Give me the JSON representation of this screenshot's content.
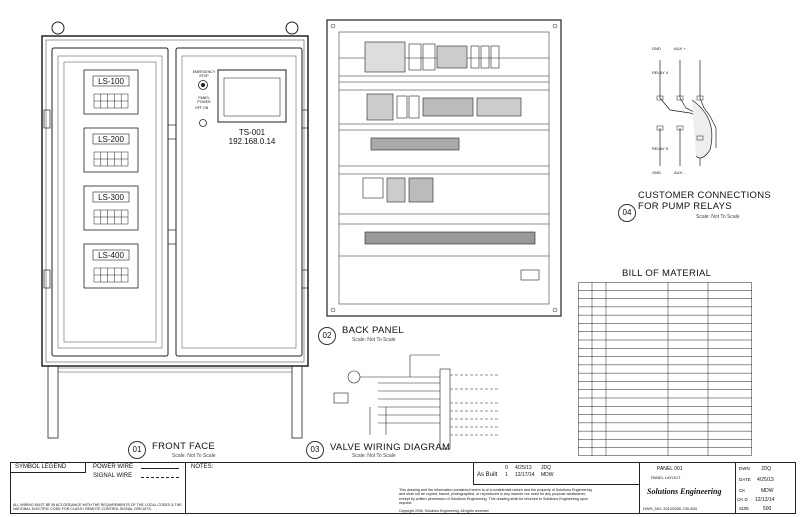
{
  "front_face": {
    "number": "01",
    "title": "FRONT FACE",
    "scale": "Scale: Not To Scale",
    "level_switches": [
      "LS-100",
      "LS-200",
      "LS-300",
      "LS-400"
    ],
    "touchscreen": {
      "tag": "TS-001",
      "ip": "192.168.0.14"
    },
    "emergency_label": "EMERGENCY STOP",
    "panel_power_label": "PANEL POWER",
    "off_on_label": "OFF ON"
  },
  "back_panel": {
    "number": "02",
    "title": "BACK PANEL",
    "scale": "Scale: Not To Scale"
  },
  "valve_wiring": {
    "number": "03",
    "title": "VALVE WIRING DIAGRAM",
    "scale": "Scale: Not To Scale"
  },
  "pump_relays": {
    "number": "04",
    "title_line1": "CUSTOMER CONNECTIONS",
    "title_line2": "FOR PUMP RELAYS",
    "scale": "Scale: Not To Scale",
    "labels": [
      "GND",
      "AUX +",
      "RELAY 4",
      "RELAY 5",
      "AUX -",
      "GND"
    ]
  },
  "bill_of_material": {
    "title": "BILL OF MATERIAL",
    "row_count": 20
  },
  "title_block": {
    "symbol_legend": "SYMBOL LEGEND",
    "power_wire": "POWER WIRE",
    "signal_wire": "SIGNAL WIRE",
    "notes": "NOTES:",
    "code_note": "ALL WIRING MUST BE IN ACCORDANCE WITH THE REQUIREMENTS OF THE LOCAL CODES & THE NATIONAL ELECTRIC CODE FOR CLASS I REMOTE CONTROL SIGNAL CIRCUITS.",
    "as_built": "As Built",
    "revisions": [
      {
        "rev": "0",
        "date": "4/25/13",
        "by": "JDQ"
      },
      {
        "rev": "1",
        "date": "12/17/14",
        "by": "MDW"
      }
    ],
    "confidentiality": "This drawing and the information contained herein is of a confidential nature and the property of Solutions Engineering and shall not be copied, traced, photographed, or reproduced in any manner nor used for any purpose whatsoever, except by written permission of Solutions Engineering. This drawing shall be returned to Solutions Engineering upon request.",
    "copyright": "Copyright 2006, Solutions Engineering. All rights reserved.",
    "drawing_title": "PANEL 001",
    "drawing_subtitle": "PANEL LAYOUT",
    "company": "Solutions Engineering",
    "dwg_no": "DWG_NO: 20120926-700-503",
    "dwn_label": "DWN",
    "dwn": "JDQ",
    "date_label": "DATE",
    "date": "4/25/13",
    "ck_label": "CK",
    "ck": "MDW",
    "ck_date_label": "CK D",
    "ck_date": "12/12/14",
    "size_label": "SIZE",
    "size": "500"
  }
}
